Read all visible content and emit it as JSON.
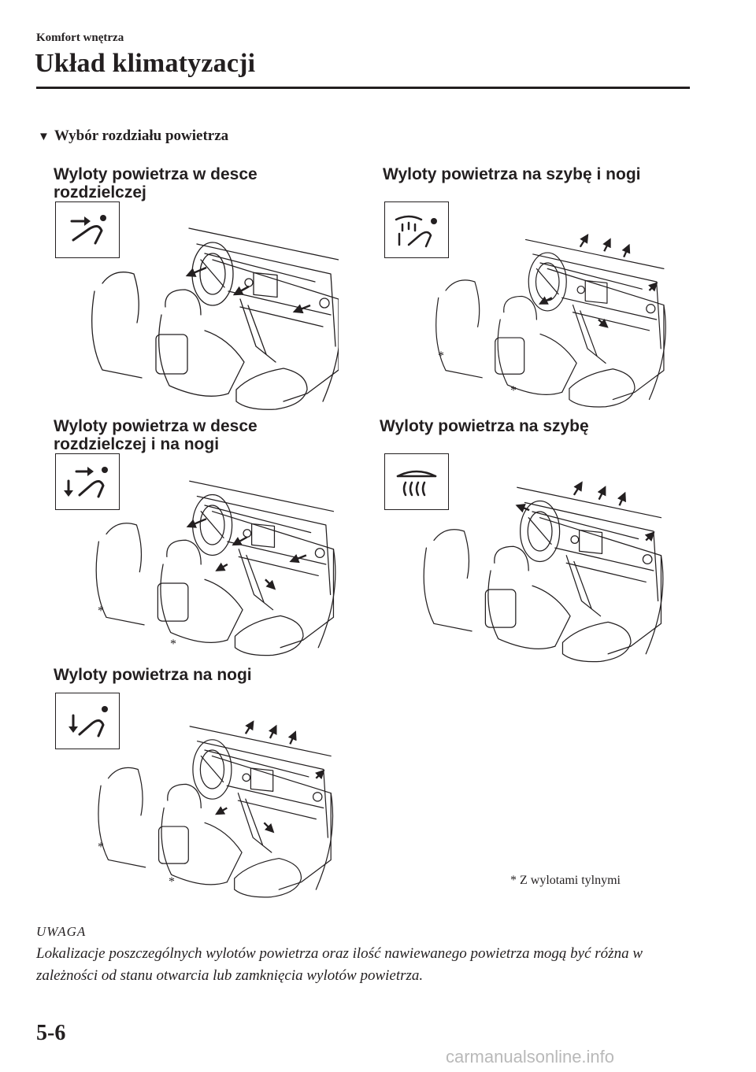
{
  "header": {
    "section": "Komfort wnętrza",
    "title": "Układ klimatyzacji"
  },
  "subheading": "Wybór rozdziału powietrza",
  "modes": [
    {
      "caption_line1": "Wyloty powietrza w desce",
      "caption_line2": "rozdzielczej",
      "icon": "face-vent-icon"
    },
    {
      "caption_line1": "Wyloty powietrza na szybę i nogi",
      "caption_line2": "",
      "icon": "defrost-floor-icon"
    },
    {
      "caption_line1": "Wyloty powietrza w desce",
      "caption_line2": "rozdzielczej i na nogi",
      "icon": "bi-level-icon"
    },
    {
      "caption_line1": "Wyloty powietrza na szybę",
      "caption_line2": "",
      "icon": "windshield-defrost-icon"
    },
    {
      "caption_line1": "Wyloty powietrza na nogi",
      "caption_line2": "",
      "icon": "floor-vent-icon"
    }
  ],
  "asterisk": "*",
  "footnote": "Z wylotami tylnymi",
  "note": {
    "heading": "UWAGA",
    "text": "Lokalizacje poszczególnych wylotów powietrza oraz ilość nawiewanego powietrza mogą być różna w zależności od stanu otwarcia lub zamknięcia wylotów powietrza."
  },
  "page_number": "5-6",
  "watermark": "carmanualsonline.info"
}
